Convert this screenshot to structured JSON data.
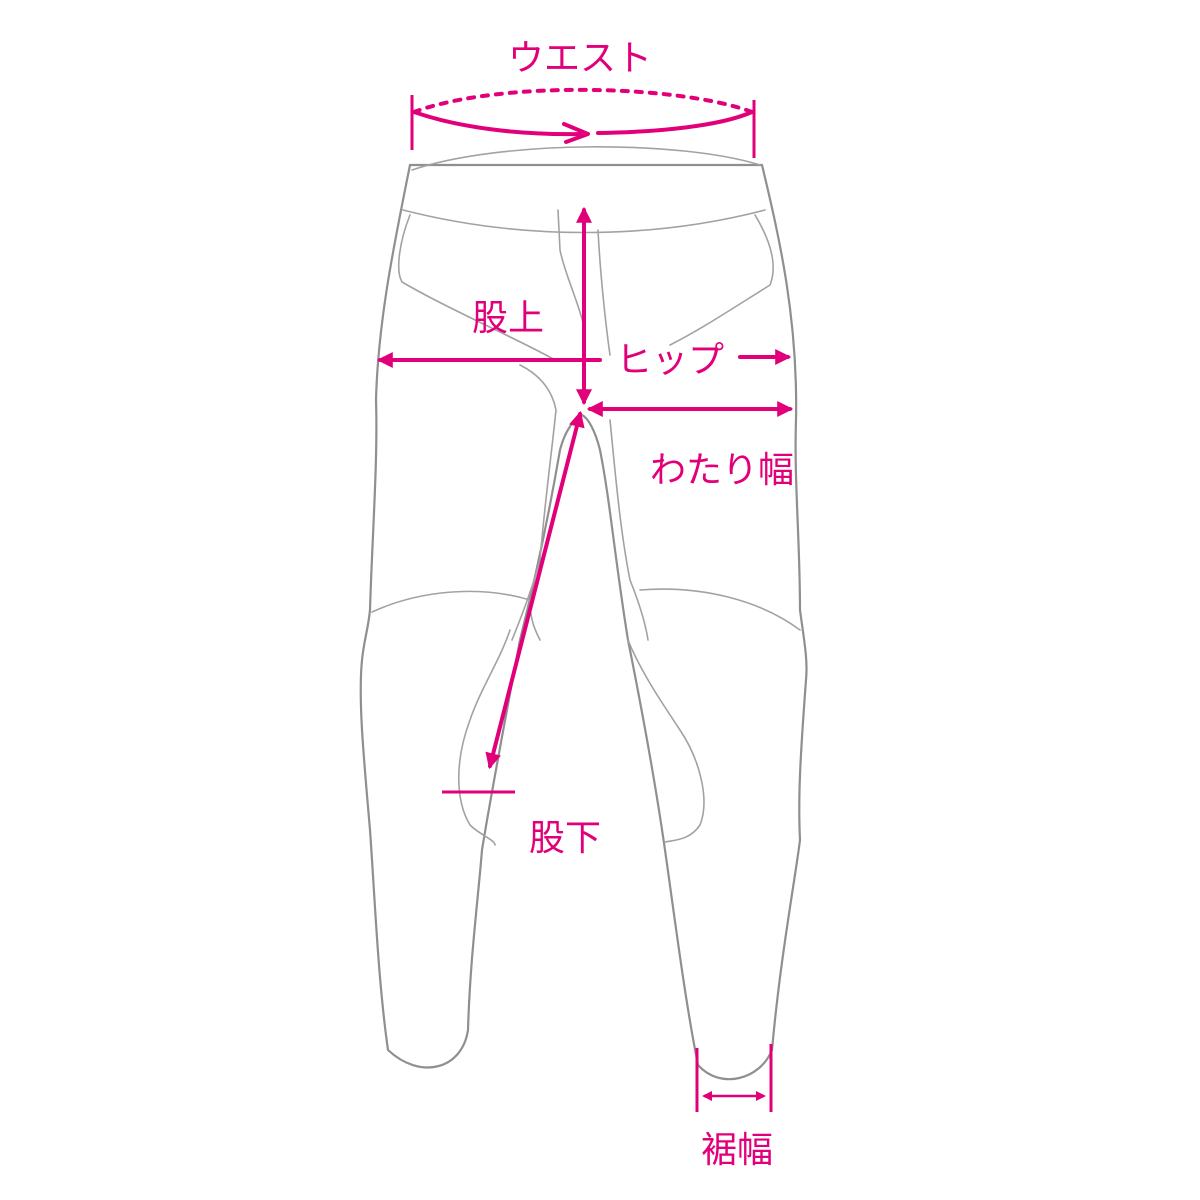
{
  "diagram": {
    "accent_color": "#e2007a",
    "outline_color": "#8f8f8f",
    "labels": {
      "waist": "ウエスト",
      "rise": "股上",
      "hip": "ヒップ",
      "thigh": "わたり幅",
      "inseam": "股下",
      "hem": "裾幅"
    }
  }
}
